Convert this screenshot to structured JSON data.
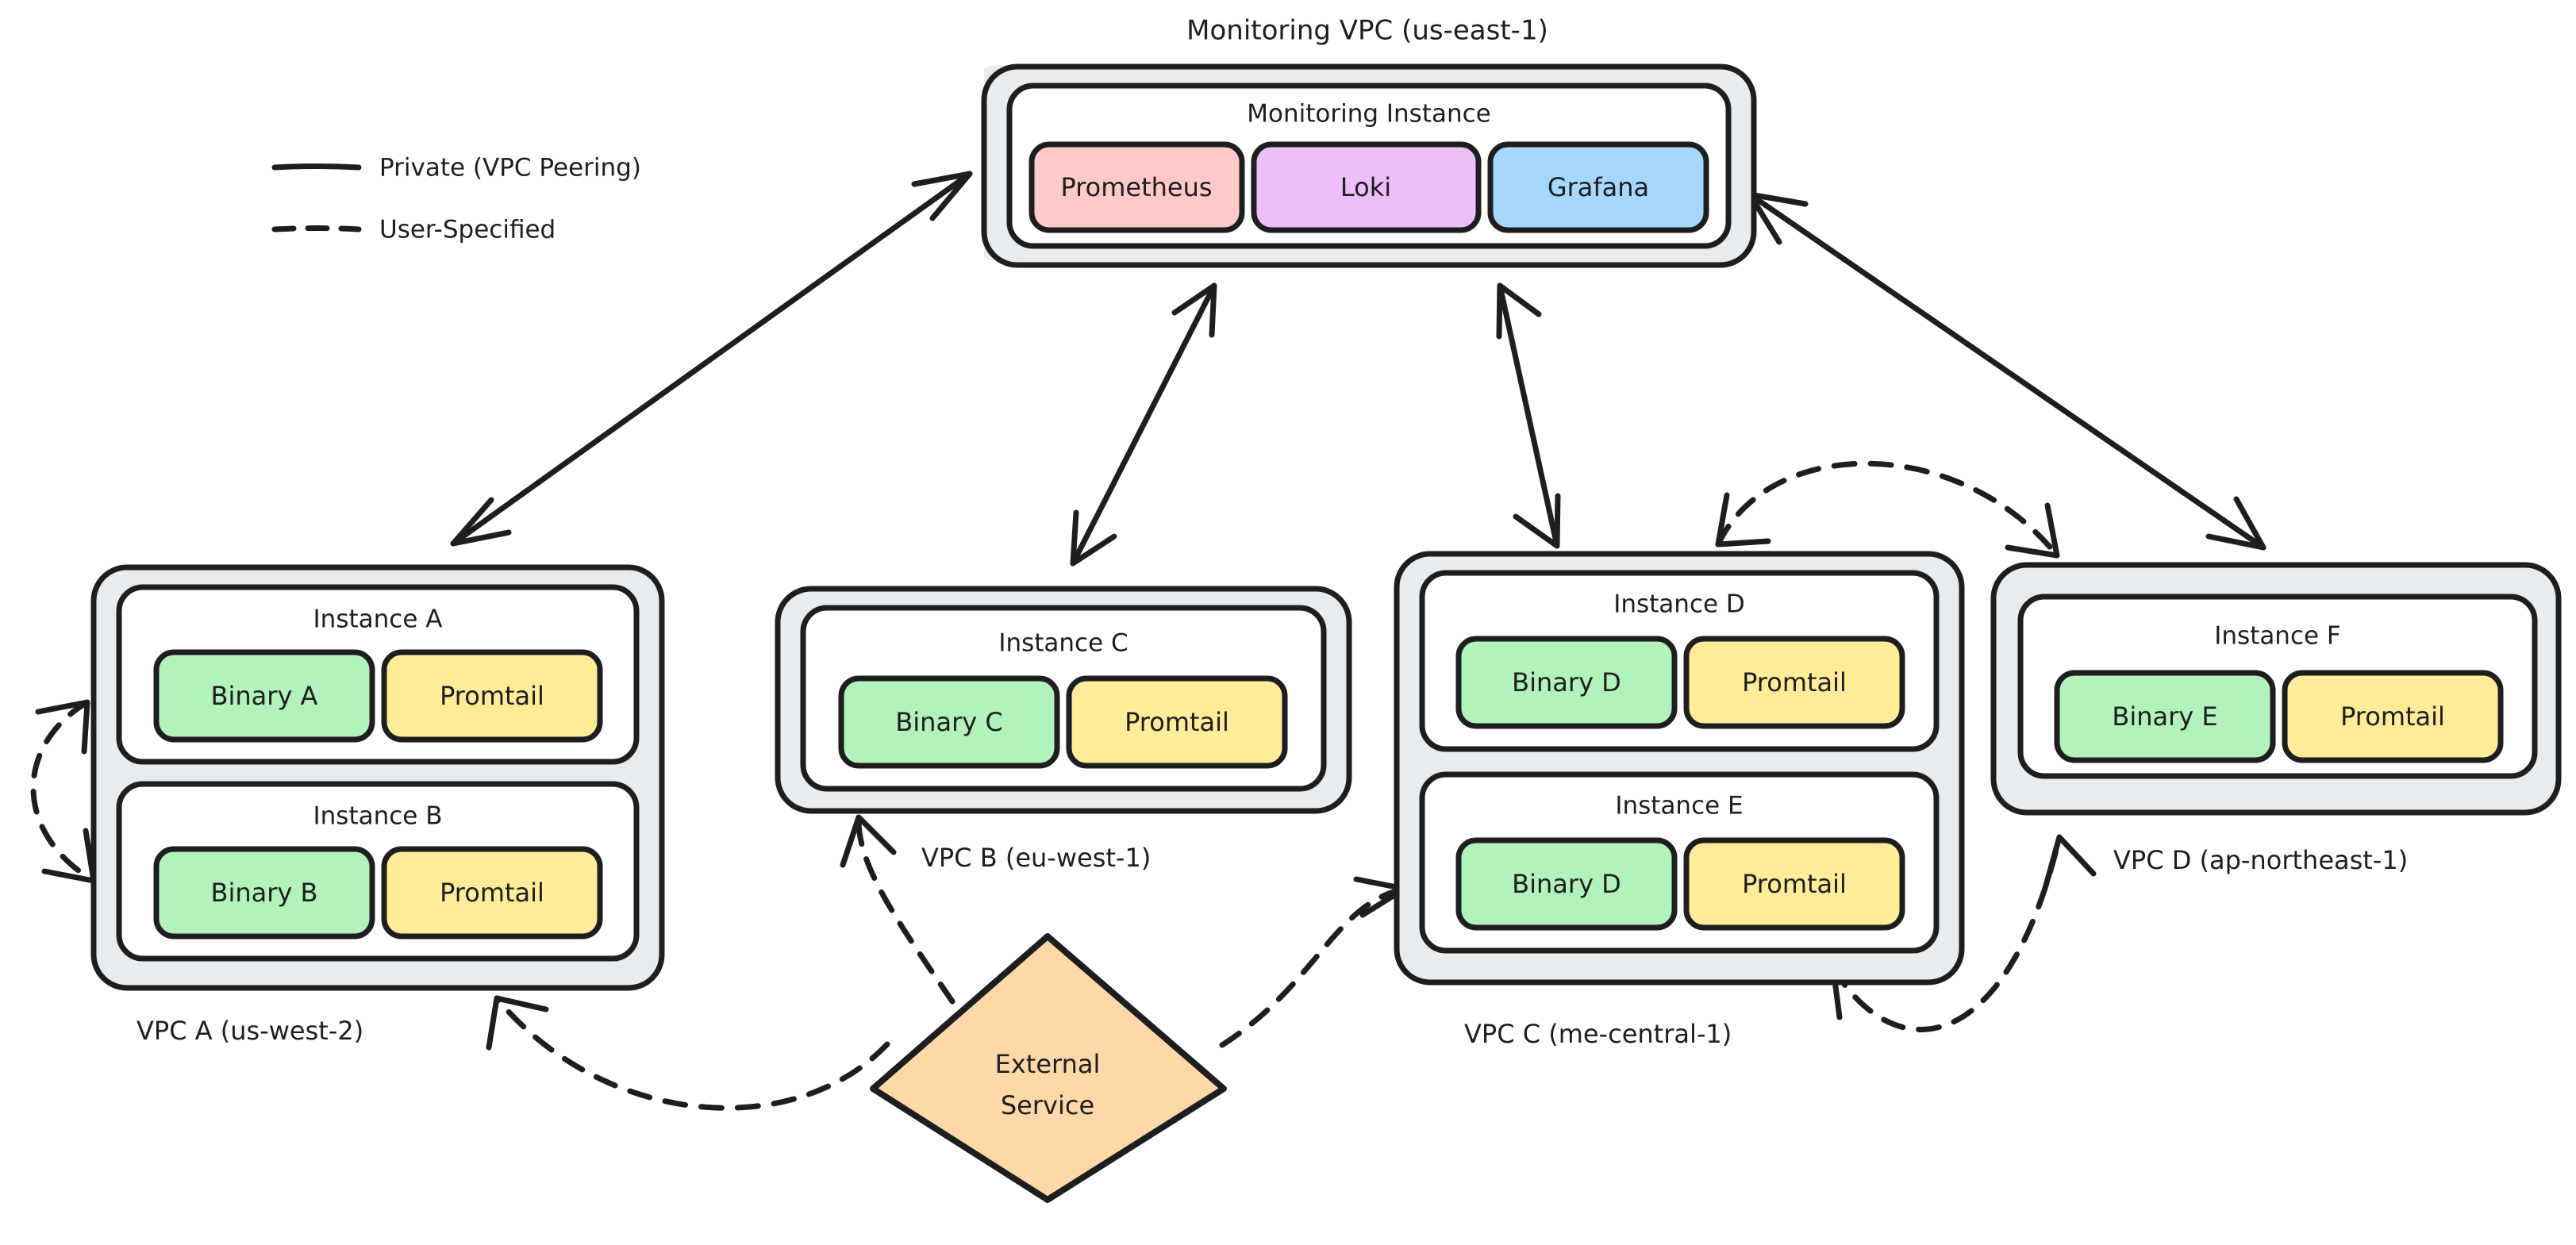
{
  "legend": {
    "items": [
      {
        "id": "private",
        "label": "Private (VPC Peering)",
        "style": "solid"
      },
      {
        "id": "user",
        "label": "User-Specified",
        "style": "dashed"
      }
    ]
  },
  "monitoring_vpc": {
    "label": "Monitoring VPC (us-east-1)",
    "instance": {
      "label": "Monitoring Instance",
      "components": [
        {
          "name": "Prometheus",
          "color": "#ffc9c9"
        },
        {
          "name": "Loki",
          "color": "#eebefa"
        },
        {
          "name": "Grafana",
          "color": "#a5d8ff"
        }
      ]
    }
  },
  "vpcs": [
    {
      "id": "vpc-a",
      "label": "VPC A (us-west-2)",
      "instances": [
        {
          "label": "Instance A",
          "components": [
            {
              "name": "Binary A",
              "color": "#b2f2bb"
            },
            {
              "name": "Promtail",
              "color": "#ffec99"
            }
          ]
        },
        {
          "label": "Instance B",
          "components": [
            {
              "name": "Binary B",
              "color": "#b2f2bb"
            },
            {
              "name": "Promtail",
              "color": "#ffec99"
            }
          ]
        }
      ]
    },
    {
      "id": "vpc-b",
      "label": "VPC B (eu-west-1)",
      "instances": [
        {
          "label": "Instance C",
          "components": [
            {
              "name": "Binary C",
              "color": "#b2f2bb"
            },
            {
              "name": "Promtail",
              "color": "#ffec99"
            }
          ]
        }
      ]
    },
    {
      "id": "vpc-c",
      "label": "VPC C (me-central-1)",
      "instances": [
        {
          "label": "Instance D",
          "components": [
            {
              "name": "Binary D",
              "color": "#b2f2bb"
            },
            {
              "name": "Promtail",
              "color": "#ffec99"
            }
          ]
        },
        {
          "label": "Instance E",
          "components": [
            {
              "name": "Binary D",
              "color": "#b2f2bb"
            },
            {
              "name": "Promtail",
              "color": "#ffec99"
            }
          ]
        }
      ]
    },
    {
      "id": "vpc-d",
      "label": "VPC D (ap-northeast-1)",
      "instances": [
        {
          "label": "Instance F",
          "components": [
            {
              "name": "Binary E",
              "color": "#b2f2bb"
            },
            {
              "name": "Promtail",
              "color": "#ffec99"
            }
          ]
        }
      ]
    }
  ],
  "external_service": {
    "label_line1": "External",
    "label_line2": "Service",
    "color": "#ffd8a8"
  },
  "connections": [
    {
      "id": "mon-vpca",
      "from": "monitoring-vpc",
      "to": "vpc-a",
      "style": "solid",
      "direction": "bidirectional"
    },
    {
      "id": "mon-vpcb",
      "from": "monitoring-vpc",
      "to": "vpc-b",
      "style": "solid",
      "direction": "bidirectional"
    },
    {
      "id": "mon-vpcc",
      "from": "monitoring-vpc",
      "to": "vpc-c",
      "style": "solid",
      "direction": "bidirectional"
    },
    {
      "id": "mon-vpcd",
      "from": "monitoring-vpc",
      "to": "vpc-d",
      "style": "solid",
      "direction": "bidirectional"
    },
    {
      "id": "insta-instb",
      "from": "instance-a",
      "to": "instance-b",
      "style": "dashed",
      "direction": "bidirectional"
    },
    {
      "id": "vpcc-vpcd-top",
      "from": "vpc-d",
      "to": "vpc-c",
      "style": "dashed",
      "direction": "bidirectional"
    },
    {
      "id": "vpcc-vpcd-bottom",
      "from": "vpc-c",
      "to": "vpc-d",
      "style": "dashed",
      "direction": "bidirectional"
    },
    {
      "id": "ext-vpca",
      "from": "external-service",
      "to": "vpc-a",
      "style": "dashed",
      "direction": "single"
    },
    {
      "id": "ext-vpcb",
      "from": "external-service",
      "to": "vpc-b",
      "style": "dashed",
      "direction": "single"
    },
    {
      "id": "ext-vpcc",
      "from": "external-service",
      "to": "vpc-c",
      "style": "dashed",
      "direction": "single"
    }
  ],
  "palette": {
    "stroke": "#1e1e1e",
    "vpc_fill": "#e9ecef",
    "instance_fill": "#ffffff",
    "background": "#ffffff"
  }
}
